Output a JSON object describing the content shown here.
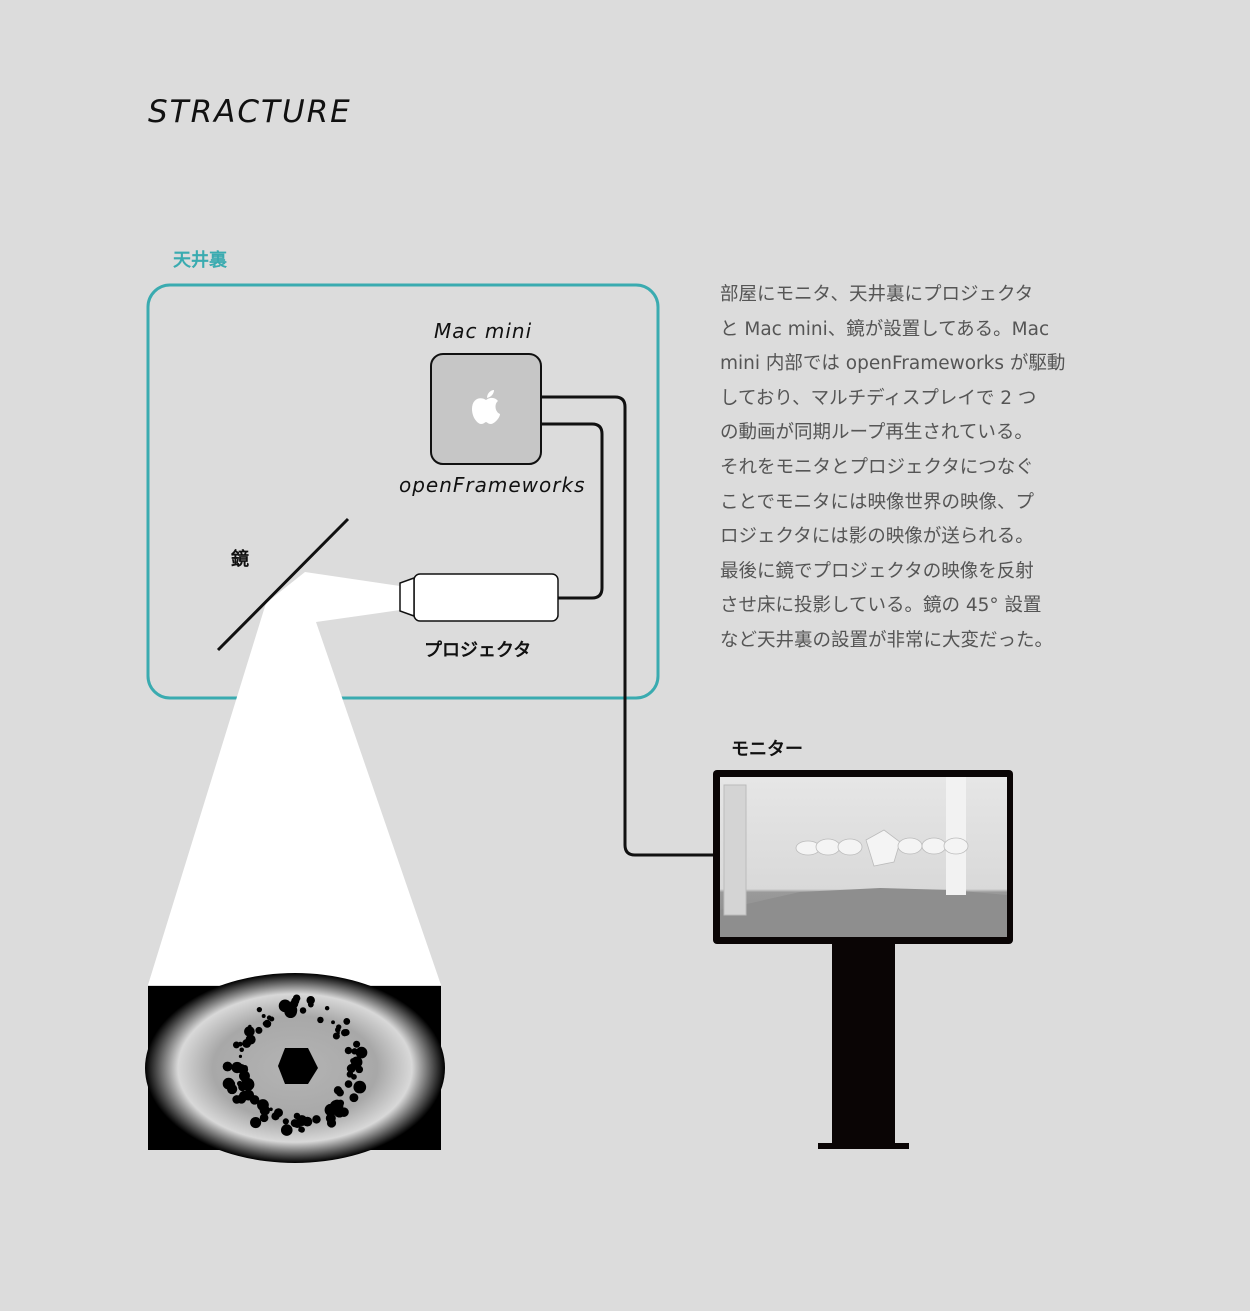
{
  "title": "STRACTURE",
  "ceiling_label": "天井裏",
  "mac_label": "Mac mini",
  "software_label": "openFrameworks",
  "mirror_label": "鏡",
  "projector_label": "プロジェクタ",
  "monitor_label": "モニター",
  "description_lines": [
    "部屋にモニタ、天井裏にプロジェクタ",
    "と Mac mini、鏡が設置してある。Mac",
    "mini 内部では openFrameworks が駆動",
    "しており、マルチディスプレイで 2 つ",
    "の動画が同期ループ再生されている。",
    "それをモニタとプロジェクタにつなぐ",
    "ことでモニタには映像世界の映像、プ",
    "ロジェクタには影の映像が送られる。",
    "最後に鏡でプロジェクタの映像を反射",
    "させ床に投影している。鏡の 45° 設置",
    "など天井裏の設置が非常に大変だった。"
  ],
  "colors": {
    "accent": "#3aabb0",
    "background": "#dcdcdc"
  },
  "icons": {
    "mac": "apple-icon"
  }
}
